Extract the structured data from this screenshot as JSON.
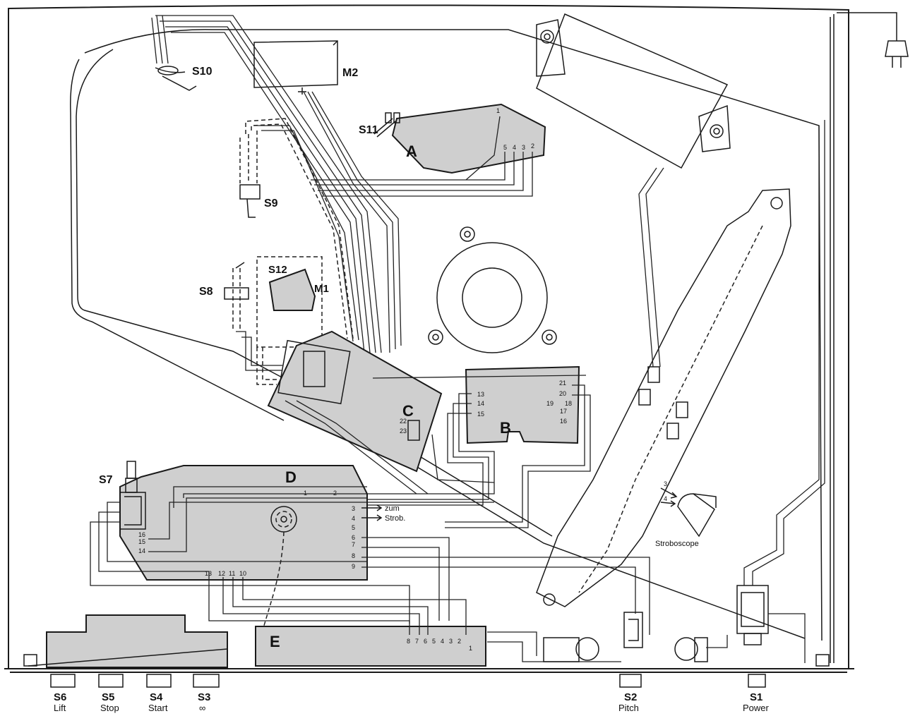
{
  "labels": {
    "M2": "M2",
    "S10": "S10",
    "S11": "S11",
    "S9": "S9",
    "S8": "S8",
    "S12": "S12",
    "M1": "M1",
    "A": "A",
    "B": "B",
    "C": "C",
    "D": "D",
    "E": "E",
    "S7": "S7"
  },
  "board_a_pins": [
    "5",
    "4",
    "3",
    "2",
    "1"
  ],
  "board_b_pins": [
    "13",
    "14",
    "15",
    "21",
    "20",
    "19",
    "18",
    "17",
    "16"
  ],
  "board_c_pins": [
    "22",
    "23"
  ],
  "board_d_pins": [
    "1",
    "2",
    "3",
    "4",
    "5",
    "6",
    "7",
    "8",
    "9",
    "16",
    "15",
    "14",
    "13",
    "12",
    "11",
    "10"
  ],
  "board_e_pins": [
    "8",
    "7",
    "6",
    "5",
    "4",
    "3",
    "2",
    "1"
  ],
  "notes": {
    "zum": "zum",
    "strob": "Strob.",
    "stroboscope": "Stroboscope",
    "strobo_pin3": "3",
    "strobo_pin4": "4"
  },
  "buttons": [
    {
      "id": "S6",
      "label": "S6",
      "sub": "Lift"
    },
    {
      "id": "S5",
      "label": "S5",
      "sub": "Stop"
    },
    {
      "id": "S4",
      "label": "S4",
      "sub": "Start"
    },
    {
      "id": "S3",
      "label": "S3",
      "sub": "∞"
    },
    {
      "id": "S2",
      "label": "S2",
      "sub": "Pitch"
    },
    {
      "id": "S1",
      "label": "S1",
      "sub": "Power"
    }
  ]
}
